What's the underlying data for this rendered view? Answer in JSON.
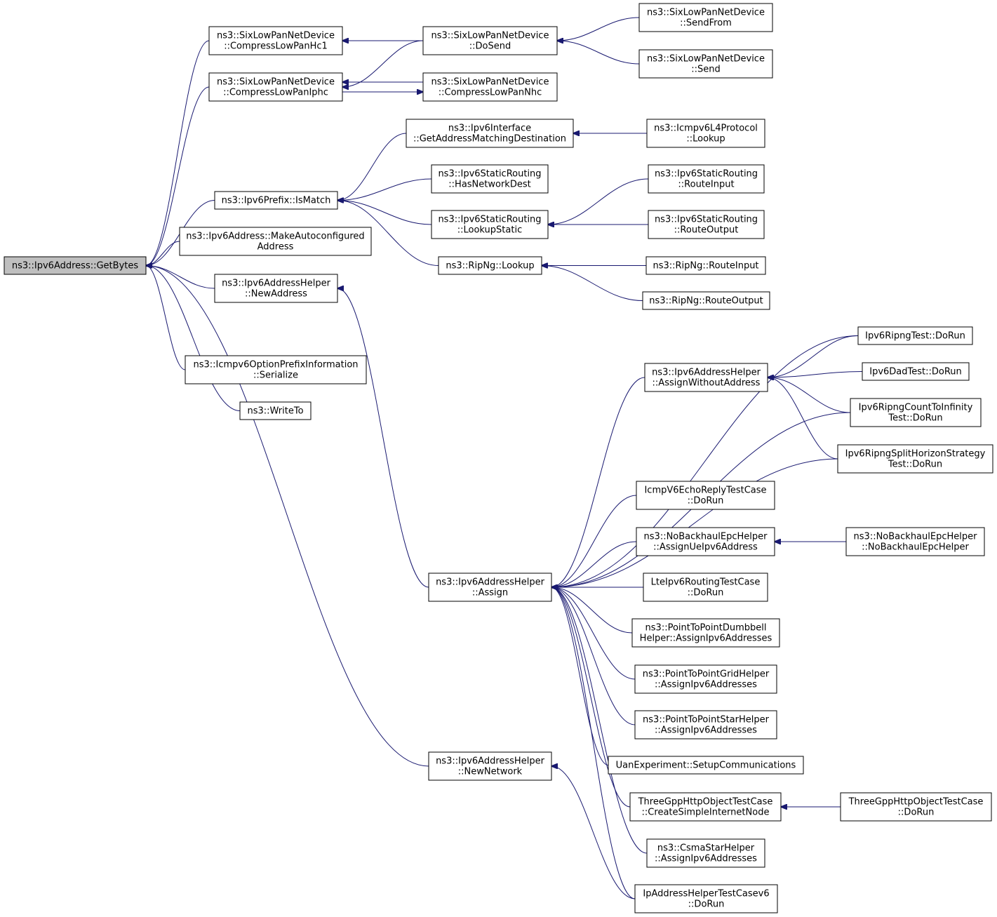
{
  "nodes": [
    {
      "id": "getbytes",
      "lines": [
        "ns3::Ipv6Address::GetBytes"
      ],
      "root": true
    },
    {
      "id": "hc1",
      "lines": [
        "ns3::SixLowPanNetDevice",
        "::CompressLowPanHc1"
      ]
    },
    {
      "id": "iphc",
      "lines": [
        "ns3::SixLowPanNetDevice",
        "::CompressLowPanIphc"
      ]
    },
    {
      "id": "ismatch",
      "lines": [
        "ns3::Ipv6Prefix::IsMatch"
      ]
    },
    {
      "id": "makeauto",
      "lines": [
        "ns3::Ipv6Address::MakeAutoconfigured",
        "Address"
      ]
    },
    {
      "id": "newaddr",
      "lines": [
        "ns3::Ipv6AddressHelper",
        "::NewAddress"
      ]
    },
    {
      "id": "serialize",
      "lines": [
        "ns3::Icmpv6OptionPrefixInformation",
        "::Serialize"
      ]
    },
    {
      "id": "writeto",
      "lines": [
        "ns3::WriteTo"
      ]
    },
    {
      "id": "dosend",
      "lines": [
        "ns3::SixLowPanNetDevice",
        "::DoSend"
      ]
    },
    {
      "id": "nhc",
      "lines": [
        "ns3::SixLowPanNetDevice",
        "::CompressLowPanNhc"
      ]
    },
    {
      "id": "sendfrom",
      "lines": [
        "ns3::SixLowPanNetDevice",
        "::SendFrom"
      ]
    },
    {
      "id": "send",
      "lines": [
        "ns3::SixLowPanNetDevice",
        "::Send"
      ]
    },
    {
      "id": "getaddrmatch",
      "lines": [
        "ns3::Ipv6Interface",
        "::GetAddressMatchingDestination"
      ]
    },
    {
      "id": "icmplookup",
      "lines": [
        "ns3::Icmpv6L4Protocol",
        "::Lookup"
      ]
    },
    {
      "id": "hasnet",
      "lines": [
        "ns3::Ipv6StaticRouting",
        "::HasNetworkDest"
      ]
    },
    {
      "id": "lookupstatic",
      "lines": [
        "ns3::Ipv6StaticRouting",
        "::LookupStatic"
      ]
    },
    {
      "id": "srin",
      "lines": [
        "ns3::Ipv6StaticRouting",
        "::RouteInput"
      ]
    },
    {
      "id": "srout",
      "lines": [
        "ns3::Ipv6StaticRouting",
        "::RouteOutput"
      ]
    },
    {
      "id": "riplookup",
      "lines": [
        "ns3::RipNg::Lookup"
      ]
    },
    {
      "id": "ripin",
      "lines": [
        "ns3::RipNg::RouteInput"
      ]
    },
    {
      "id": "ripout",
      "lines": [
        "ns3::RipNg::RouteOutput"
      ]
    },
    {
      "id": "assign",
      "lines": [
        "ns3::Ipv6AddressHelper",
        "::Assign"
      ]
    },
    {
      "id": "newnet",
      "lines": [
        "ns3::Ipv6AddressHelper",
        "::NewNetwork"
      ]
    },
    {
      "id": "assignwo",
      "lines": [
        "ns3::Ipv6AddressHelper",
        "::AssignWithoutAddress"
      ]
    },
    {
      "id": "ripngtest",
      "lines": [
        "Ipv6RipngTest::DoRun"
      ]
    },
    {
      "id": "dadtest",
      "lines": [
        "Ipv6DadTest::DoRun"
      ]
    },
    {
      "id": "countinf",
      "lines": [
        "Ipv6RipngCountToInfinity",
        "Test::DoRun"
      ]
    },
    {
      "id": "splithor",
      "lines": [
        "Ipv6RipngSplitHorizonStrategy",
        "Test::DoRun"
      ]
    },
    {
      "id": "echoreply",
      "lines": [
        "IcmpV6EchoReplyTestCase",
        "::DoRun"
      ]
    },
    {
      "id": "nobackhaul",
      "lines": [
        "ns3::NoBackhaulEpcHelper",
        "::AssignUeIpv6Address"
      ]
    },
    {
      "id": "nobackhaulctor",
      "lines": [
        "ns3::NoBackhaulEpcHelper",
        "::NoBackhaulEpcHelper"
      ]
    },
    {
      "id": "lteipv6",
      "lines": [
        "LteIpv6RoutingTestCase",
        "::DoRun"
      ]
    },
    {
      "id": "dumbbell",
      "lines": [
        "ns3::PointToPointDumbbell",
        "Helper::AssignIpv6Addresses"
      ]
    },
    {
      "id": "grid",
      "lines": [
        "ns3::PointToPointGridHelper",
        "::AssignIpv6Addresses"
      ]
    },
    {
      "id": "star",
      "lines": [
        "ns3::PointToPointStarHelper",
        "::AssignIpv6Addresses"
      ]
    },
    {
      "id": "uan",
      "lines": [
        "UanExperiment::SetupCommunications"
      ]
    },
    {
      "id": "httpnode",
      "lines": [
        "ThreeGppHttpObjectTestCase",
        "::CreateSimpleInternetNode"
      ]
    },
    {
      "id": "httprun",
      "lines": [
        "ThreeGppHttpObjectTestCase",
        "::DoRun"
      ]
    },
    {
      "id": "csma",
      "lines": [
        "ns3::CsmaStarHelper",
        "::AssignIpv6Addresses"
      ]
    },
    {
      "id": "iphelpertest",
      "lines": [
        "IpAddressHelperTestCasev6",
        "::DoRun"
      ]
    }
  ],
  "edges": [
    [
      "hc1",
      "getbytes"
    ],
    [
      "iphc",
      "getbytes"
    ],
    [
      "ismatch",
      "getbytes"
    ],
    [
      "makeauto",
      "getbytes"
    ],
    [
      "newaddr",
      "getbytes"
    ],
    [
      "serialize",
      "getbytes"
    ],
    [
      "writeto",
      "getbytes"
    ],
    [
      "newnet",
      "getbytes"
    ],
    [
      "dosend",
      "hc1"
    ],
    [
      "dosend",
      "iphc"
    ],
    [
      "nhc",
      "iphc"
    ],
    [
      "iphc",
      "nhc"
    ],
    [
      "sendfrom",
      "dosend"
    ],
    [
      "send",
      "dosend"
    ],
    [
      "getaddrmatch",
      "ismatch"
    ],
    [
      "hasnet",
      "ismatch"
    ],
    [
      "lookupstatic",
      "ismatch"
    ],
    [
      "riplookup",
      "ismatch"
    ],
    [
      "icmplookup",
      "getaddrmatch"
    ],
    [
      "srin",
      "lookupstatic"
    ],
    [
      "srout",
      "lookupstatic"
    ],
    [
      "ripin",
      "riplookup"
    ],
    [
      "ripout",
      "riplookup"
    ],
    [
      "assign",
      "newaddr"
    ],
    [
      "ripngtest",
      "assignwo"
    ],
    [
      "dadtest",
      "assignwo"
    ],
    [
      "countinf",
      "assignwo"
    ],
    [
      "splithor",
      "assignwo"
    ],
    [
      "ripngtest",
      "assign"
    ],
    [
      "assignwo",
      "assign"
    ],
    [
      "countinf",
      "assign"
    ],
    [
      "splithor",
      "assign"
    ],
    [
      "echoreply",
      "assign"
    ],
    [
      "nobackhaul",
      "assign"
    ],
    [
      "lteipv6",
      "assign"
    ],
    [
      "dumbbell",
      "assign"
    ],
    [
      "grid",
      "assign"
    ],
    [
      "star",
      "assign"
    ],
    [
      "uan",
      "assign"
    ],
    [
      "httpnode",
      "assign"
    ],
    [
      "csma",
      "assign"
    ],
    [
      "iphelpertest",
      "assign"
    ],
    [
      "nobackhaulctor",
      "nobackhaul"
    ],
    [
      "httprun",
      "httpnode"
    ],
    [
      "iphelpertest",
      "newnet"
    ]
  ]
}
